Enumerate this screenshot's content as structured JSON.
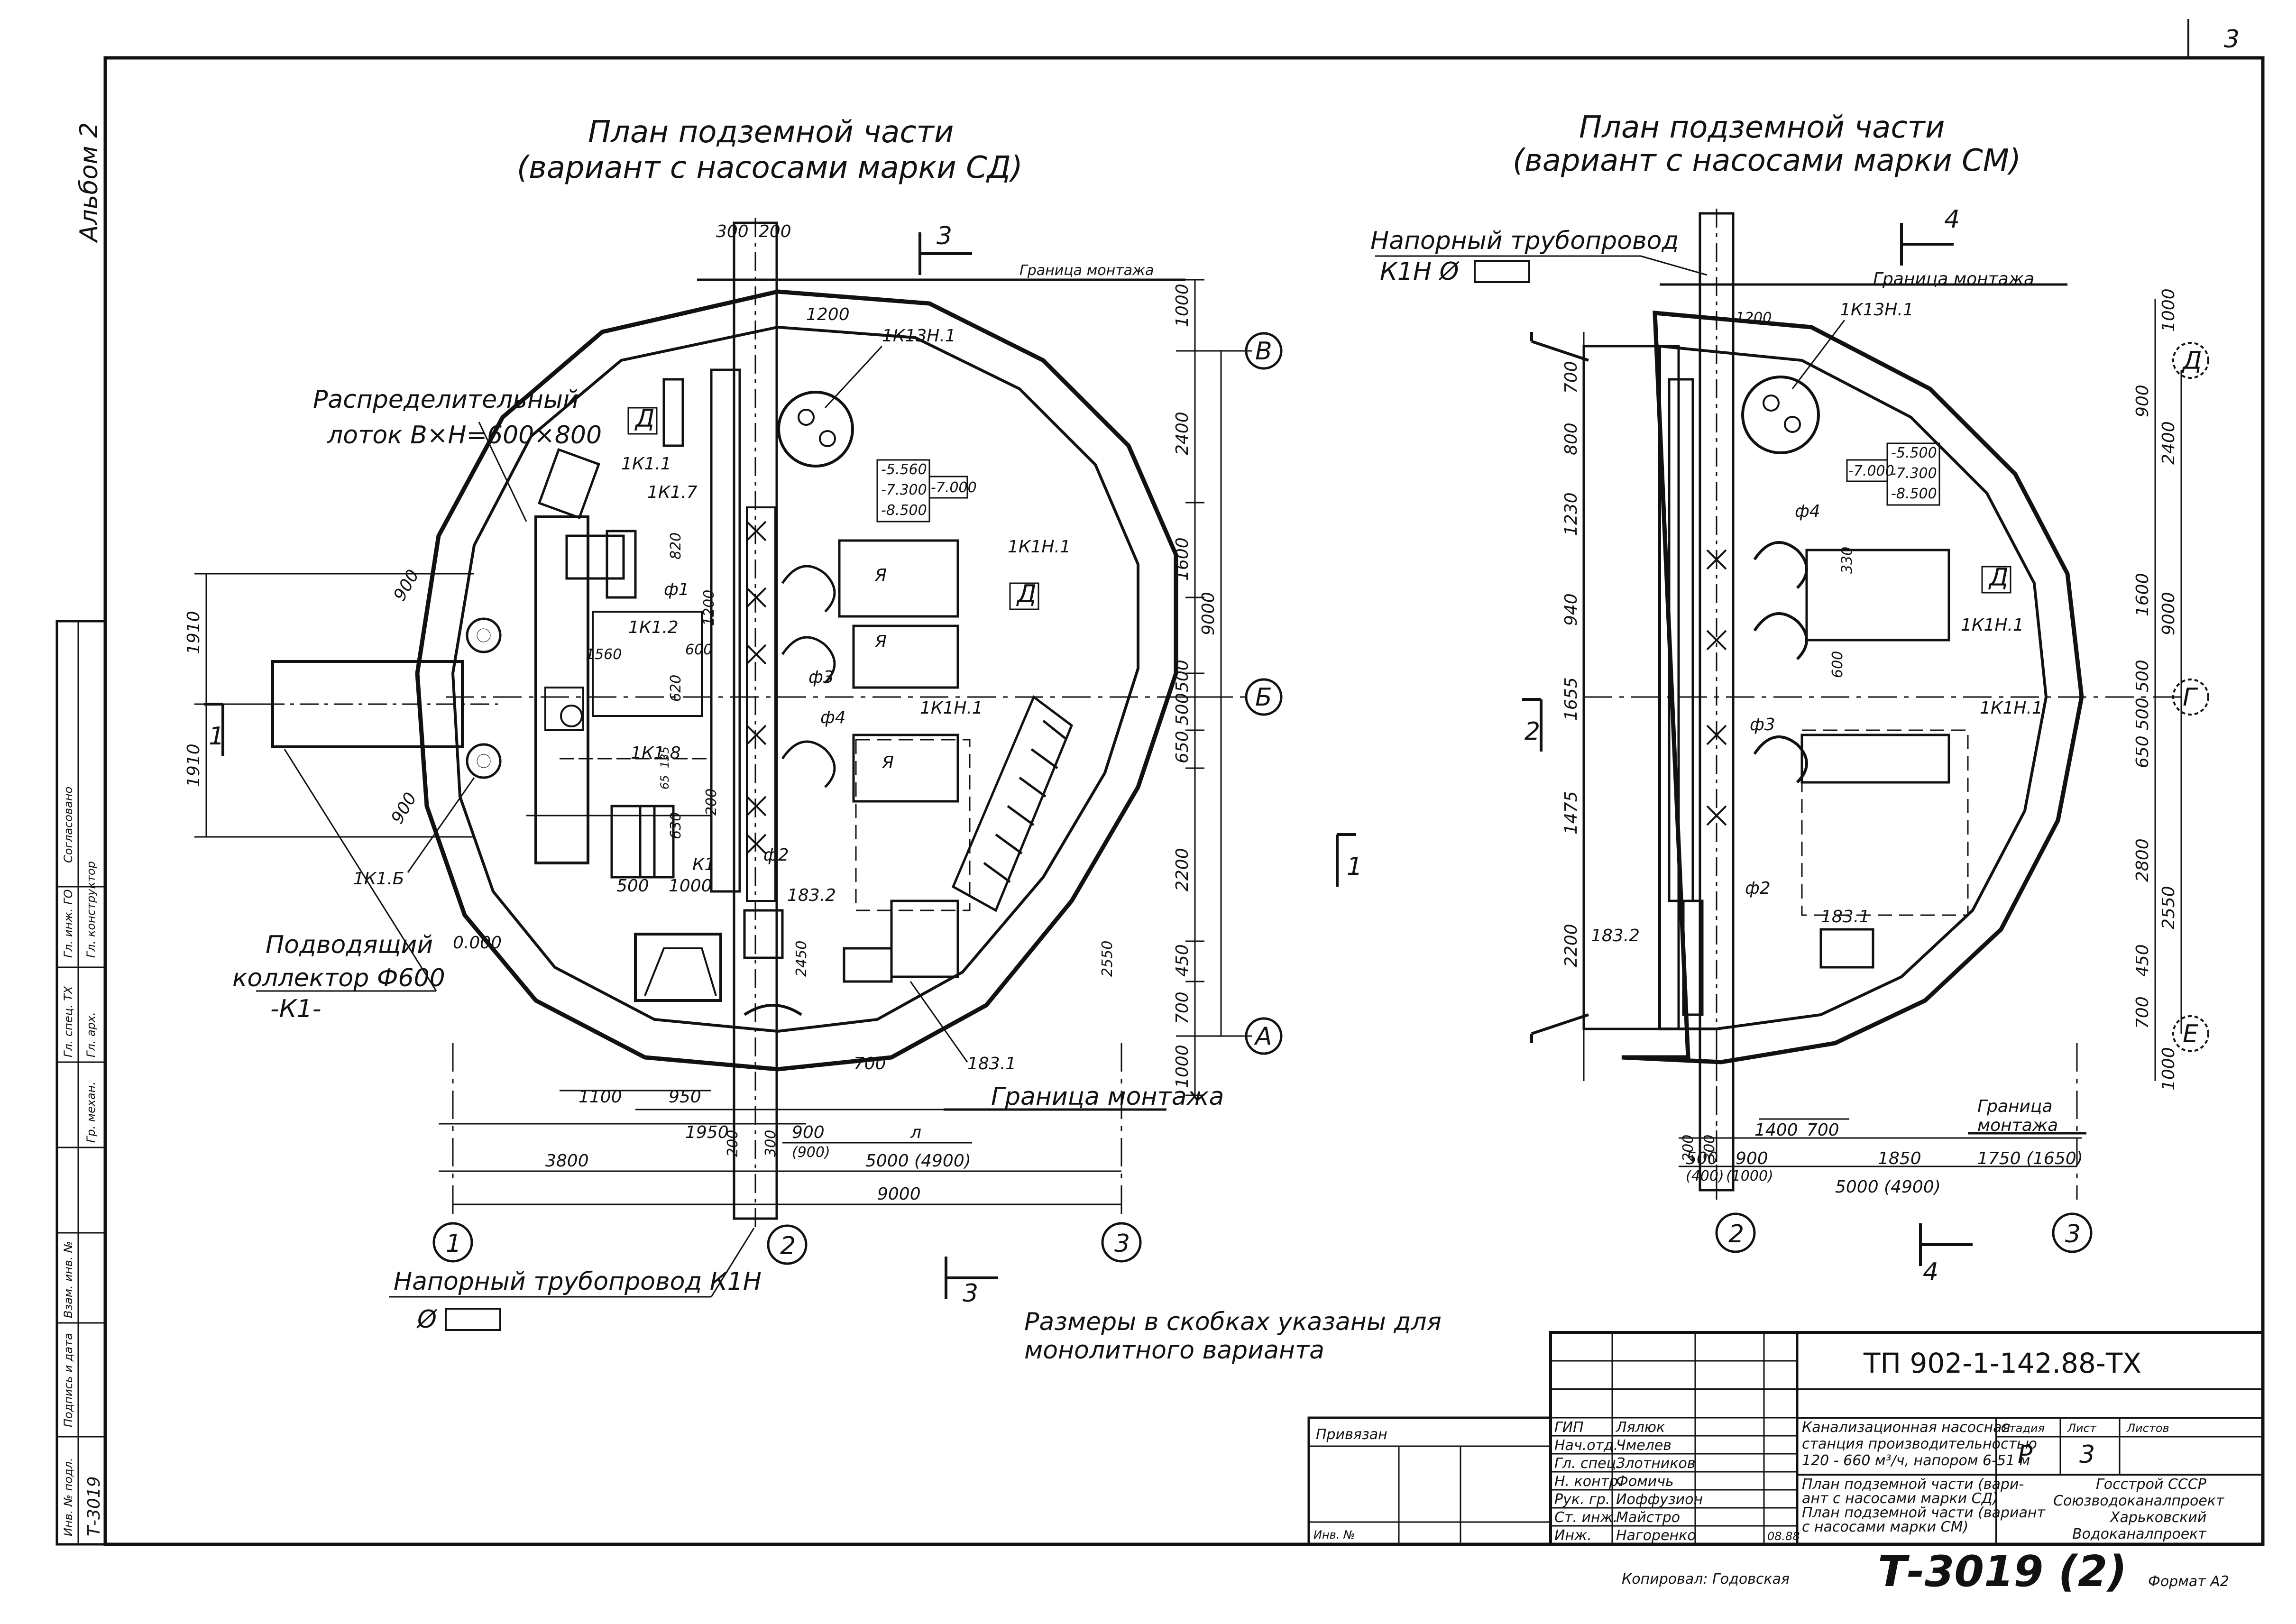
{
  "header": {
    "album_tag": "Альбом 2",
    "sheet_corner": "3"
  },
  "left_plan": {
    "title_line1": "План подземной части",
    "title_line2": "(вариант с насосами марки СД)",
    "section_top": "3",
    "section_bottom": "3",
    "section_side": "1",
    "section_mid": "1",
    "boundary_top": "Граница монтажа",
    "boundary_bottom": "Граница монтажа",
    "callout_tray_line1": "Распределительный",
    "callout_tray_line2": "лоток В×Н=600×800",
    "callout_inlet_line1": "Подводящий",
    "callout_inlet_line2": "коллектор Ф600",
    "callout_inlet_line3": "-К1-",
    "callout_pressure": "Напорный трубопровод К1Н",
    "callout_diam": "Ø",
    "zero_mark": "0.000",
    "axes": [
      "В",
      "Б",
      "А"
    ],
    "grid_axes": [
      "1",
      "2",
      "3"
    ],
    "marks": [
      "1К13Н.1",
      "1К1.1",
      "1К1.7",
      "1К1.2",
      "1К1.8",
      "1К1.Б",
      "1К1Н.1",
      "1К1Н.1",
      "К1",
      "183.2",
      "183.1",
      "Д",
      "Д",
      "Я",
      "Я",
      "Я",
      "ф3",
      "ф4",
      "ф1",
      "ф2"
    ],
    "levels": [
      "-5.560",
      "-7.300",
      "-8.500",
      "-7.000"
    ],
    "dims_top": [
      "300",
      "200",
      "1200"
    ],
    "dims_right": [
      "1000",
      "2400",
      "1600",
      "500",
      "500",
      "650",
      "2200",
      "450",
      "700",
      "1000"
    ],
    "dim_total_right": "9000",
    "dims_left": [
      "1910",
      "1910",
      "900",
      "900"
    ],
    "dims_bottom": [
      "1100",
      "950",
      "1950",
      "900",
      "(900)",
      "700",
      "л",
      "5000 (4900)",
      "3800",
      "9000",
      "500",
      "1000",
      "200",
      "300"
    ],
    "dims_misc": [
      "1560",
      "600",
      "620",
      "1200",
      "2450",
      "2550",
      "820",
      "630",
      "135",
      "65",
      "200"
    ]
  },
  "right_plan": {
    "title_line1": "План подземной части",
    "title_line2": "(вариант с насосами марки СМ)",
    "section_top": "4",
    "section_bottom": "4",
    "section_side": "2",
    "callout_pressure_line1": "Напорный трубопровод",
    "callout_pressure_line2": "К1Н Ø",
    "boundary_top": "Граница монтажа",
    "boundary_bottom_line1": "Граница",
    "boundary_bottom_line2": "монтажа",
    "axes": [
      "Д",
      "Г",
      "Е"
    ],
    "grid_axes": [
      "2",
      "3"
    ],
    "marks": [
      "1К13Н.1",
      "1К1Н.1",
      "1К1Н.1",
      "183.1",
      "183.2",
      "Д",
      "ф4",
      "ф3",
      "ф2"
    ],
    "levels": [
      "-5.500",
      "-7.300",
      "-8.500",
      "-7.000"
    ],
    "dims_left": [
      "700",
      "800",
      "1230",
      "940",
      "1655",
      "1475",
      "2200"
    ],
    "dims_right": [
      "1000",
      "900",
      "2400",
      "1600",
      "500",
      "500",
      "650",
      "2800",
      "2550",
      "450",
      "700",
      "1000"
    ],
    "dim_total_right": "9000",
    "dims_bottom": [
      "1400",
      "700",
      "200",
      "300",
      "500",
      "900",
      "(400)",
      "(1000)",
      "1850",
      "1750 (1650)",
      "5000 (4900)"
    ],
    "dims_misc": [
      "1200",
      "330",
      "600"
    ]
  },
  "note": {
    "line1": "Размеры в скобках указаны для",
    "line2": "монолитного варианта"
  },
  "title_block": {
    "code": "ТП 902-1-142.88-ТХ",
    "roles": [
      "ГИП",
      "Нач.отд.",
      "Гл. спец.",
      "Н. контр.",
      "Рук. гр.",
      "Ст. инж.",
      "Инж."
    ],
    "names": [
      "Лялюк",
      "Чмелев",
      "Злотников",
      "Фомичь",
      "Иоффузион",
      "Майстро",
      "Нагоренко"
    ],
    "date": "08.88",
    "description_line1": "Канализационная насосная",
    "description_line2": "станция производительностью",
    "description_line3": "120 - 660 м³/ч, напором 6-51 м",
    "sheet_title_line1": "План подземной части (вари-",
    "sheet_title_line2": "ант с насосами марки СД)",
    "sheet_title_line3": "План подземной части (вариант",
    "sheet_title_line4": "с насосами марки СМ)",
    "stage_header": "Стадия",
    "sheet_header": "Лист",
    "sheets_header": "Листов",
    "stage": "Р",
    "sheet": "3",
    "org_line1": "Госстрой СССР",
    "org_line2": "Союзводоканалпроект",
    "org_line3": "Харьковский",
    "org_line4": "Водоканалпроект",
    "bound_label": "Привязан",
    "inv_label": "Инв. №"
  },
  "left_strip": {
    "labels": [
      "Согласовано",
      "Гл. инж. ГО",
      "Гл. конструктор",
      "Гл. спец. ТХ",
      "Гл. арх.",
      "Гр. механ.",
      "Инв. № подл.",
      "Подпись и дата",
      "Взам. инв. №"
    ],
    "code": "Т-3019"
  },
  "footer": {
    "copied_by": "Копировал: Годовская",
    "stamp": "Т-3019 (2)",
    "format": "Формат А2"
  }
}
